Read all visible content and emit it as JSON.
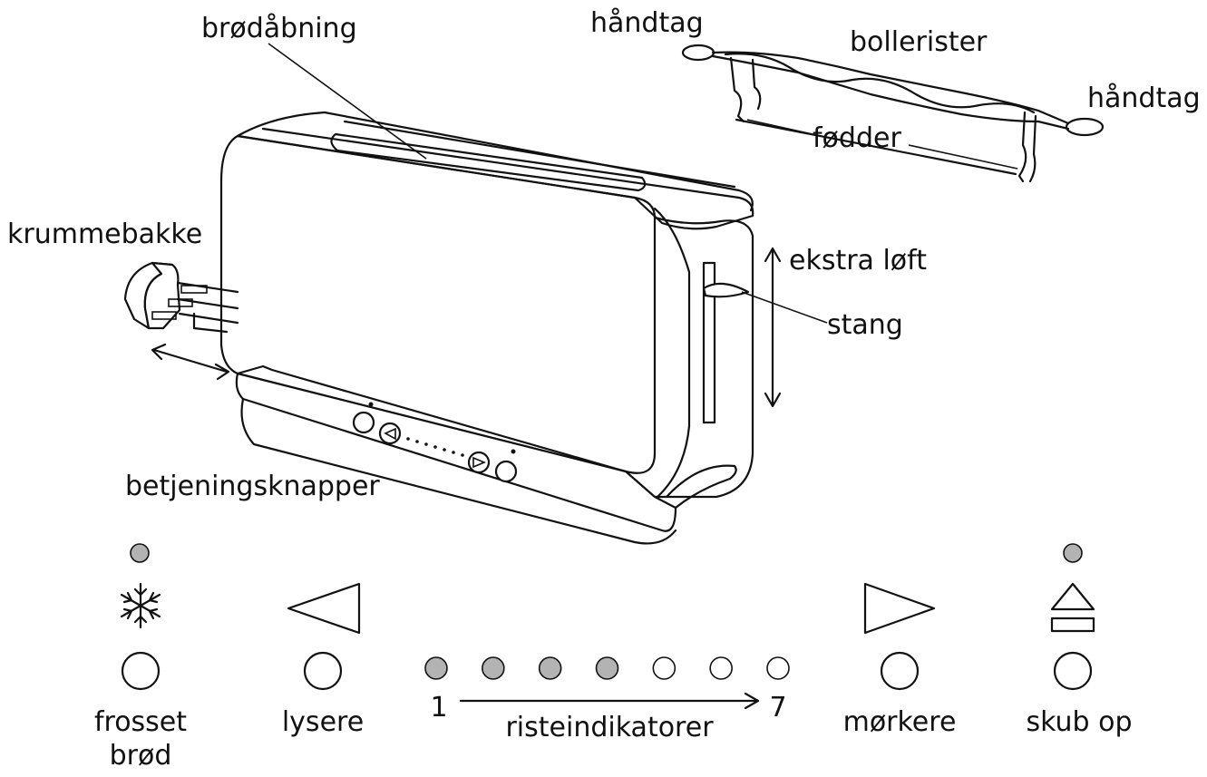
{
  "labels": {
    "bread_slot": "brødåbning",
    "handle_left": "håndtag",
    "bun_rack": "bollerister",
    "handle_right": "håndtag",
    "feet": "fødder",
    "crumb_tray": "krummebakke",
    "extra_lift": "ekstra løft",
    "lever": "stang",
    "control_buttons": "betjeningsknapper"
  },
  "panel": {
    "frozen_line1": "frosset",
    "frozen_line2": "brød",
    "lighter": "lysere",
    "darker": "mørkere",
    "push_up": "skub op",
    "scale_start": "1",
    "scale_end": "7",
    "toast_indicators": "risteindikatorer",
    "indicator_count": 7,
    "indicators_lit": 4
  },
  "colors": {
    "line": "#111111",
    "indicator_lit": "#b3b3b3",
    "indicator_off": "#ffffff"
  },
  "icons": [
    "snowflake-icon",
    "arrow-left-triangle-icon",
    "arrow-right-triangle-icon",
    "eject-icon"
  ]
}
